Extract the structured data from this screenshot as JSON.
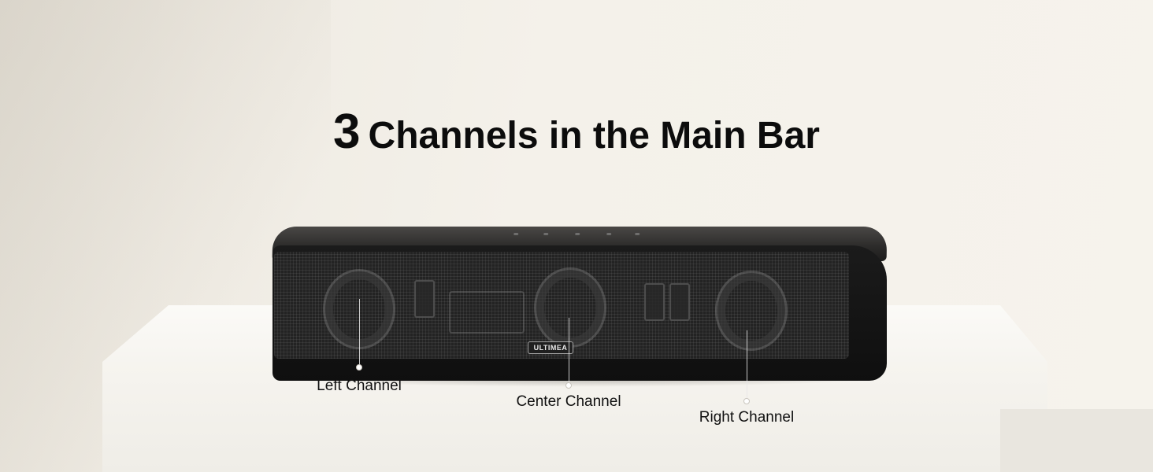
{
  "headline": {
    "number": "3",
    "text": "Channels in the Main Bar"
  },
  "brand": {
    "logo_text": "ULTIMEA"
  },
  "callouts": [
    {
      "label": "Left Channel"
    },
    {
      "label": "Center Channel"
    },
    {
      "label": "Right Channel"
    }
  ],
  "colors": {
    "background": "#f4f1ea",
    "soundbar": "#141414",
    "text": "#0c0c0c"
  }
}
